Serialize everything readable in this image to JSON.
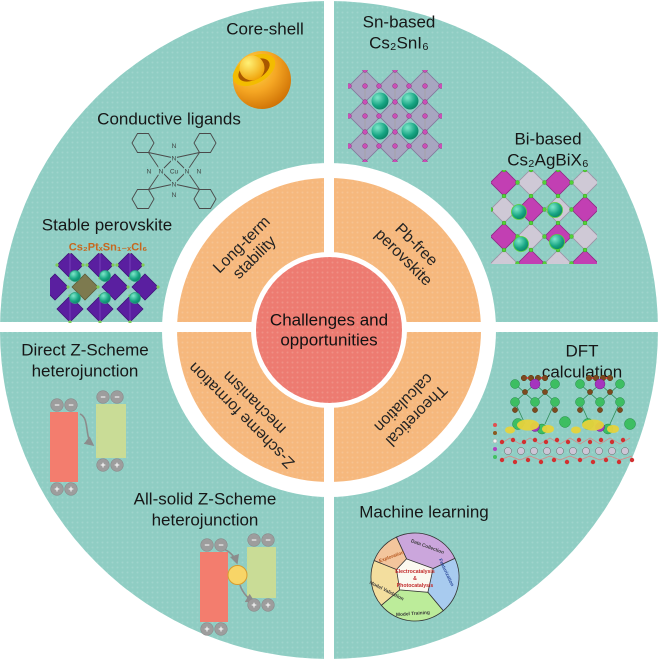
{
  "wheel": {
    "center_label": "Challenges and\nopportunities",
    "segments": {
      "top_left": "Long-term\nstability",
      "top_right": "Pb-free\nperovskite",
      "bottom_left": "Z-scheme formation\nmechanism",
      "bottom_right": "Theoretical\ncalculation"
    }
  },
  "top_left_quadrant": {
    "core_shell_label": "Core-shell",
    "conductive_ligands_label": "Conductive ligands",
    "stable_perovskite_label": "Stable perovskite",
    "stable_perovskite_formula": "Cs₂PtₓSn₁₋ₓCl₆",
    "molecule_center_atom": "Cu",
    "molecule_nitrogen": "N"
  },
  "top_right_quadrant": {
    "sn_label": "Sn-based\nCs₂SnI₆",
    "bi_label": "Bi-based\nCs₂AgBiX₆"
  },
  "bottom_left_quadrant": {
    "direct_label": "Direct Z-Scheme\nheterojunction",
    "all_solid_label": "All-solid Z-Scheme\nheterojunction",
    "electron_symbol": "−",
    "hole_symbol": "+"
  },
  "bottom_right_quadrant": {
    "dft_label": "DFT calculation",
    "ml_label": "Machine learning",
    "ml_pie": {
      "sectors": [
        {
          "label": "Data Collection",
          "color": "#CBA6DC"
        },
        {
          "label": "Featurization",
          "color": "#A8CBEF"
        },
        {
          "label": "Model Training",
          "color": "#BCEC9A"
        },
        {
          "label": "Model Validation",
          "color": "#F3DE9E"
        },
        {
          "label": "Exploration",
          "color": "#F3C59C"
        }
      ],
      "center_line1": "Electrocatalysis",
      "center_line2": "&",
      "center_line3": "Photocatalysis"
    }
  },
  "colors": {
    "quadrant_fill": "#8FCDC3",
    "ring_fill": "#F6B87D",
    "center_fill": "#ED7B71",
    "red_bar": "#F37D6E",
    "green_bar": "#C9DC96",
    "mediator_ball": "#F8D567",
    "formula_color": "#C7671E"
  }
}
